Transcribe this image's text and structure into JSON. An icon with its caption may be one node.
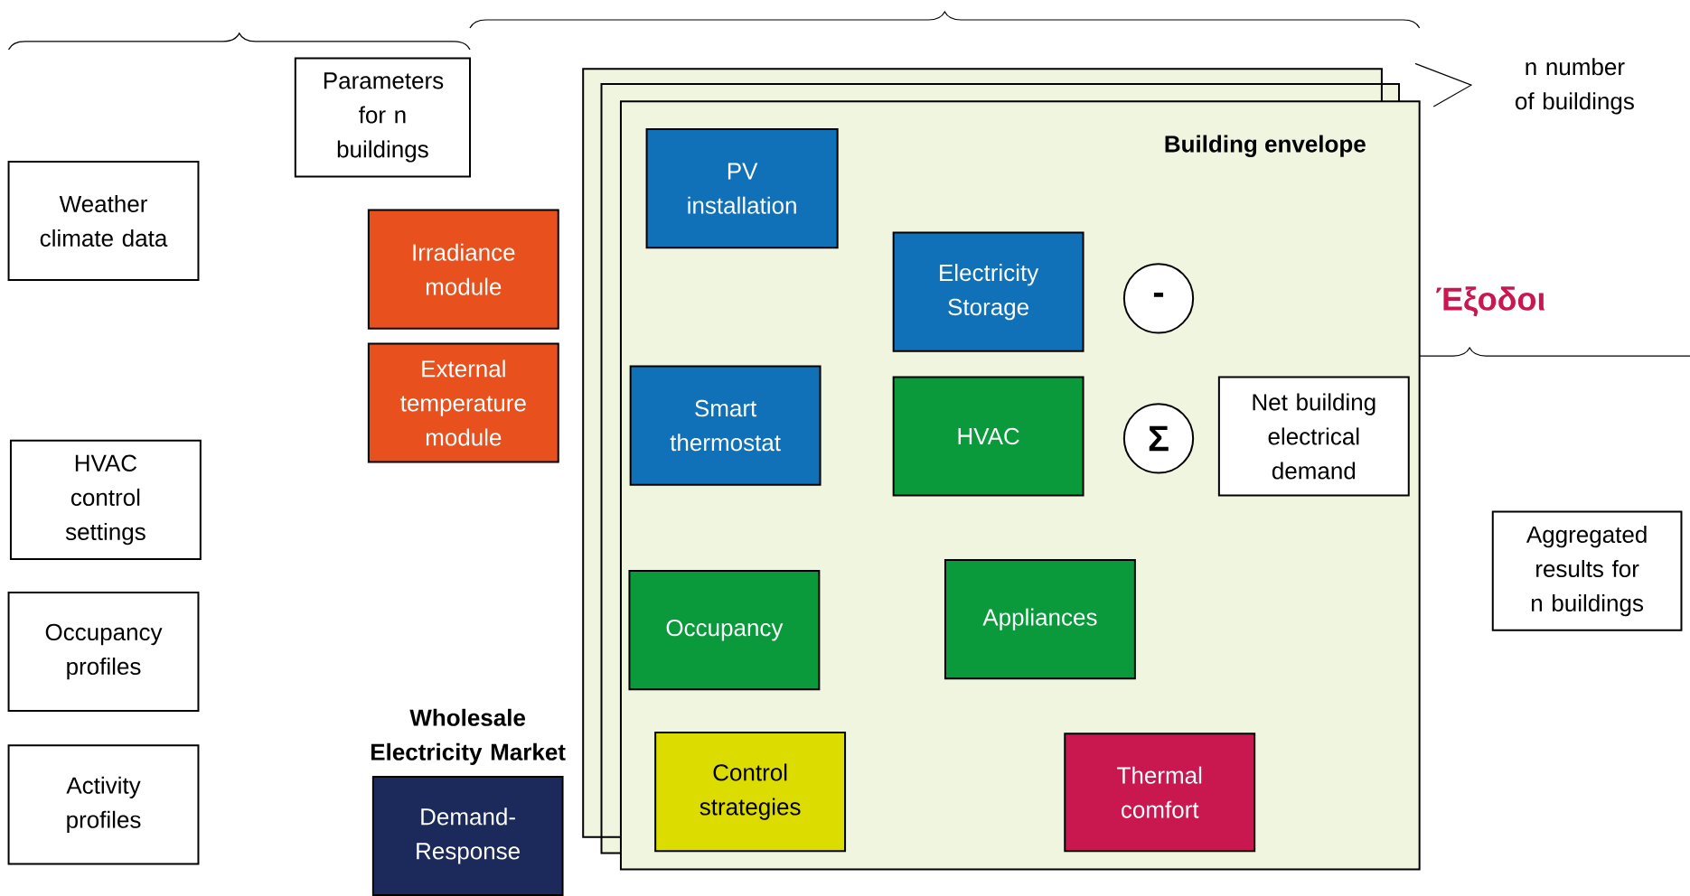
{
  "diagram": {
    "nodes": [
      {
        "text": [
          "Weather climate data"
        ]
      },
      {
        "text": [
          "HVAC control settings"
        ]
      },
      {
        "text": [
          "Occupancy profiles"
        ]
      },
      {
        "text": [
          "Activity profiles"
        ]
      },
      {
        "text": [
          "Parameters for n buildings"
        ]
      },
      {
        "text": [
          "Irradiance module"
        ]
      },
      {
        "text": [
          "External temperature module"
        ]
      },
      {
        "text": [
          "Wholesale Electricity Market",
          "Demand-Response"
        ]
      },
      {
        "text": [
          "Building envelope"
        ]
      },
      {
        "text": [
          "PV installation"
        ],
        "in": 8
      },
      {
        "text": [
          "Electricity Storage"
        ],
        "in": 8
      },
      {
        "text": [
          "-"
        ],
        "in": 8
      },
      {
        "text": [
          "Smart thermostat"
        ],
        "in": 8
      },
      {
        "text": [
          "HVAC"
        ],
        "in": 8
      },
      {
        "text": [
          "Σ"
        ],
        "in": 8
      },
      {
        "text": [
          "Net building electrical demand"
        ],
        "in": 8
      },
      {
        "text": [
          "Occupancy"
        ],
        "in": 8
      },
      {
        "text": [
          "Appliances"
        ],
        "in": 8
      },
      {
        "text": [
          "Control strategies"
        ],
        "in": 8
      },
      {
        "text": [
          "Thermal comfort"
        ],
        "in": 8
      },
      {
        "text": [
          "Aggregated results for n buildings"
        ]
      }
    ],
    "labels": [
      "n number of buildings",
      "Έξοδοι"
    ]
  }
}
